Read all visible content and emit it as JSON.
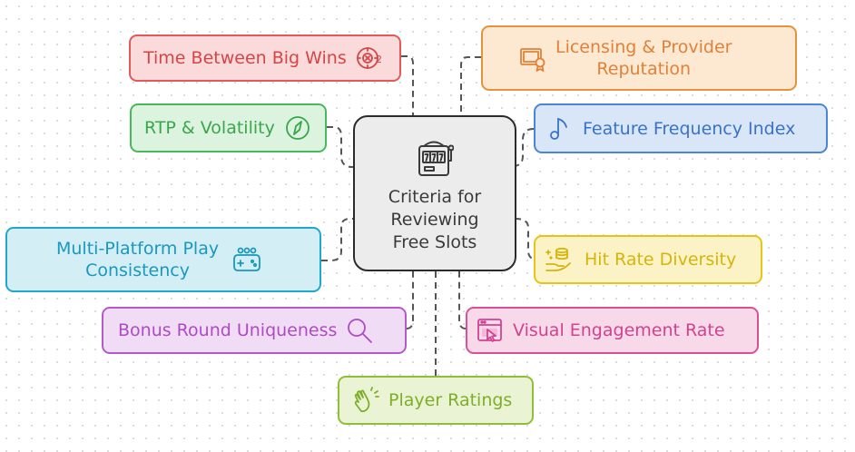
{
  "center": {
    "label": "Criteria for\nReviewing\nFree Slots",
    "icon": "slot-machine-icon"
  },
  "nodes": [
    {
      "id": "time-between-big-wins",
      "label": "Time Between Big Wins",
      "icon": "roulette-icon",
      "color": "#e05a5a"
    },
    {
      "id": "licensing-provider-reputation",
      "label": "Licensing & Provider\nReputation",
      "icon": "certificate-icon",
      "color": "#e3933e"
    },
    {
      "id": "rtp-volatility",
      "label": "RTP & Volatility",
      "icon": "compass-icon",
      "color": "#49b85b"
    },
    {
      "id": "feature-frequency-index",
      "label": "Feature Frequency Index",
      "icon": "music-note-icon",
      "color": "#4a86d6"
    },
    {
      "id": "multi-platform-play-consistency",
      "label": "Multi-Platform Play\nConsistency",
      "icon": "gamepad-icon",
      "color": "#20a8cc"
    },
    {
      "id": "hit-rate-diversity",
      "label": "Hit Rate Diversity",
      "icon": "coins-hand-icon",
      "color": "#e6c419"
    },
    {
      "id": "bonus-round-uniqueness",
      "label": "Bonus Round Uniqueness",
      "icon": "magnifier-icon",
      "color": "#b55ac9"
    },
    {
      "id": "visual-engagement-rate",
      "label": "Visual Engagement Rate",
      "icon": "cursor-window-icon",
      "color": "#d9509a"
    },
    {
      "id": "player-ratings",
      "label": "Player Ratings",
      "icon": "clapping-hands-icon",
      "color": "#8fbf35"
    }
  ]
}
